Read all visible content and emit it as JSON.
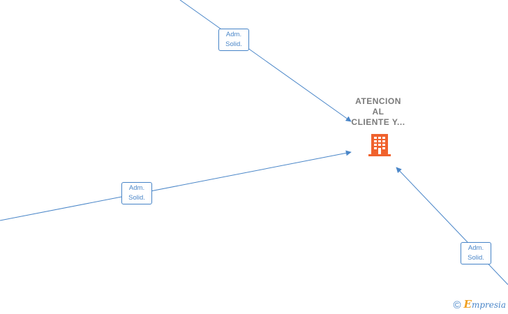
{
  "node": {
    "label_lines": [
      "ATENCION",
      "AL",
      "CLIENTE Y..."
    ],
    "icon": "building-icon",
    "color": "#f0622d"
  },
  "edges": [
    {
      "label_line1": "Adm.",
      "label_line2": "Solid."
    },
    {
      "label_line1": "Adm.",
      "label_line2": "Solid."
    },
    {
      "label_line1": "Adm.",
      "label_line2": "Solid."
    }
  ],
  "edge_color": "#4a86c8",
  "footer": {
    "copyright_symbol": "©",
    "brand_initial": "E",
    "brand_rest": "mpresia"
  }
}
